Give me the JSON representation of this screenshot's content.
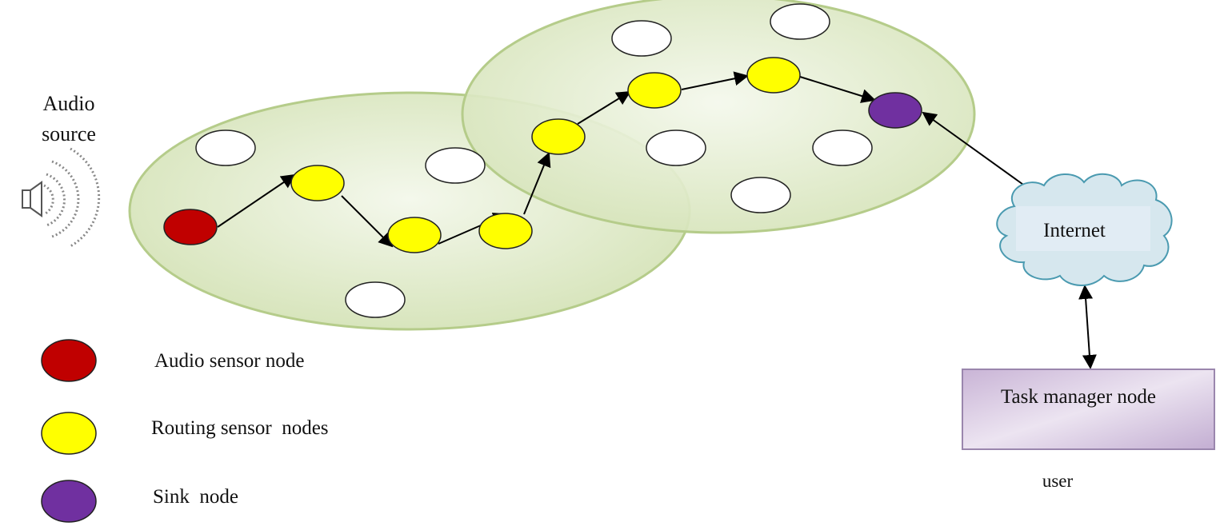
{
  "audio_source": {
    "line1": "Audio",
    "line2": "source"
  },
  "internet_label": "Internet",
  "task_manager_label": "Task manager node",
  "user_label": "user",
  "legend": [
    {
      "label": "Audio sensor node",
      "color": "#c00000"
    },
    {
      "label": "Routing sensor  nodes",
      "color": "#ffff00"
    },
    {
      "label": "Sink  node",
      "color": "#7030a0"
    }
  ],
  "colors": {
    "cluster": "#dfe9c8",
    "cluster_border": "#b5cc8a",
    "white_node": "#ffffff",
    "cloud": "#d6e7ee",
    "task_box": "#d7c8e0"
  }
}
